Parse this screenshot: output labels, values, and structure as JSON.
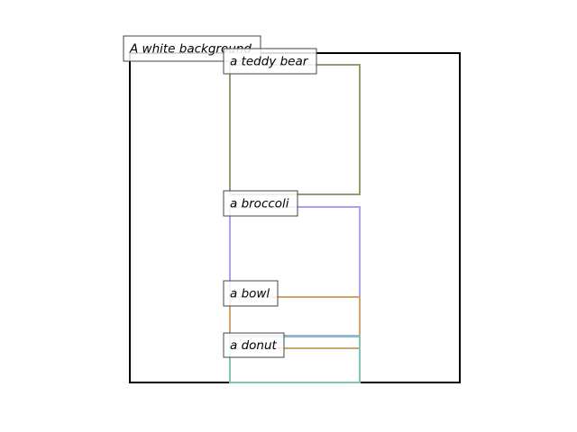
{
  "diagram": {
    "frame_color": "#000000",
    "regions": [
      {
        "label": "A white background",
        "color": "#000000"
      },
      {
        "label": "a teddy bear",
        "color": "#9a9a72"
      },
      {
        "label": "a broccoli",
        "color": "#aa9ff0"
      },
      {
        "label": "a bowl",
        "color": "#cfa46b"
      },
      {
        "label": "a donut",
        "color": "#82c4b5"
      }
    ]
  }
}
